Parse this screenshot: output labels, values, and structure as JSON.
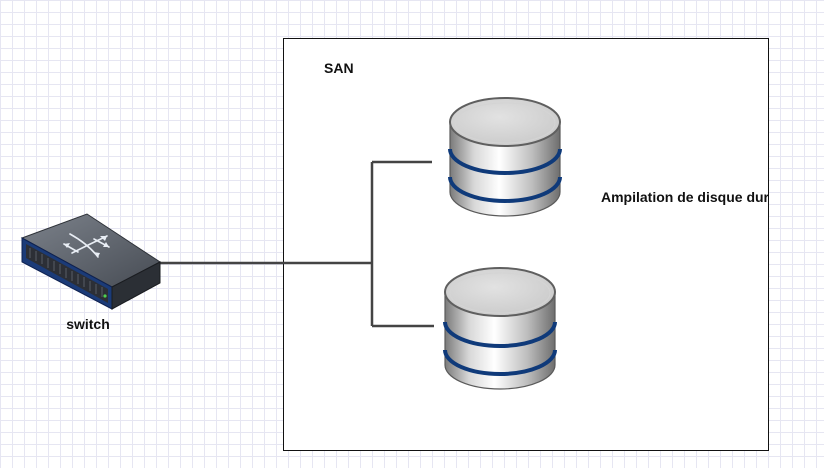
{
  "diagram": {
    "san_box": {
      "label": "SAN"
    },
    "switch": {
      "label": "switch",
      "icon": "network-switch-icon"
    },
    "storage": {
      "label": "Ampilation de disque dur",
      "disks": [
        {
          "icon": "hard-disk-icon"
        },
        {
          "icon": "hard-disk-icon"
        }
      ]
    },
    "colors": {
      "disk_band": "#0f3a7a",
      "switch_body": "#4d535c",
      "switch_front": "#1b3b78",
      "line": "#444444"
    }
  }
}
